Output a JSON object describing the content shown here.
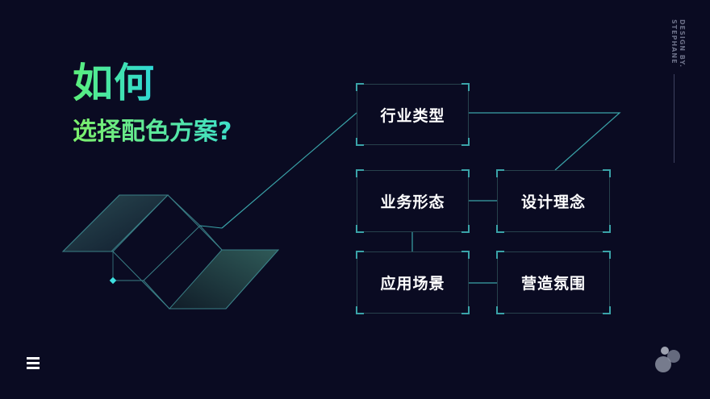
{
  "title": {
    "main": "如何",
    "sub": "选择配色方案?"
  },
  "boxes": {
    "industry": "行业类型",
    "business": "业务形态",
    "design": "设计理念",
    "scenario": "应用场景",
    "atmosphere": "营造氛围"
  },
  "credit": {
    "line1": "DESIGN BY.",
    "line2": "STEPHANE"
  },
  "icons": {
    "menu": "menu-icon",
    "logo": "bubbles-logo-icon",
    "cube": "cube-illustration"
  },
  "colors": {
    "background": "#0a0b22",
    "accent_green": "#5cf07a",
    "accent_cyan": "#2ed8d8",
    "box_border": "#27414c",
    "line": "#3aa3a8"
  }
}
